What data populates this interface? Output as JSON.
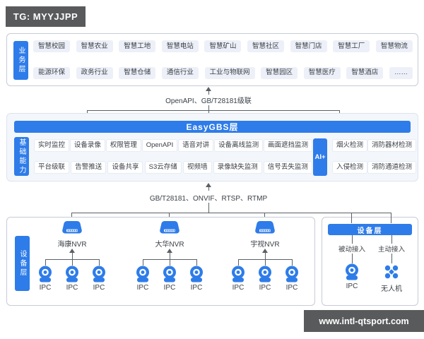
{
  "colors": {
    "accent": "#2e7ce9",
    "dark_badge": "#595a5c",
    "line": "#596066"
  },
  "badge_tg": {
    "label": "TG: MYYJJPP"
  },
  "website": {
    "label": "www.intl-qtsport.com"
  },
  "business_layer": {
    "label": "业务层",
    "row1": [
      "智慧校园",
      "智慧农业",
      "智慧工地",
      "智慧电站",
      "智慧矿山",
      "智慧社区",
      "智慧门店",
      "智慧工厂",
      "智慧物流"
    ],
    "row2": [
      "能源环保",
      "政务行业",
      "智慧仓储",
      "通信行业",
      "工业与物联网",
      "智慧园区",
      "智慧医疗",
      "智慧酒店",
      "……"
    ]
  },
  "connector_top": {
    "label": "OpenAPI、GB/T28181级联"
  },
  "platform_layer": {
    "title": "EasyGBS层",
    "label": "基础能力",
    "row1": [
      "实时监控",
      "设备录像",
      "权限管理",
      "OpenAPI",
      "语音对讲",
      "设备离线监测",
      "画面遮挡监测"
    ],
    "row2": [
      "平台级联",
      "告警推送",
      "设备共享",
      "S3云存储",
      "视频墙",
      "录像缺失监测",
      "信号丢失监测"
    ],
    "ai_label": "AI+",
    "ai_row1": [
      "烟火检测",
      "消防器材检测"
    ],
    "ai_row2": [
      "入侵检测",
      "消防通道检测"
    ]
  },
  "connector_bottom": {
    "label": "GB/T28181、ONVIF、RTSP、RTMP"
  },
  "device_layer": {
    "label": "设备层",
    "nvr_groups": [
      {
        "name": "海康NVR",
        "cameras": [
          "IPC",
          "IPC",
          "IPC"
        ]
      },
      {
        "name": "大华NVR",
        "cameras": [
          "IPC",
          "IPC",
          "IPC"
        ]
      },
      {
        "name": "宇视NVR",
        "cameras": [
          "IPC",
          "IPC",
          "IPC"
        ]
      }
    ],
    "access_panel": {
      "title": "设备层",
      "columns": [
        {
          "access": "被动接入",
          "device": "IPC"
        },
        {
          "access": "主动接入",
          "device": "无人机"
        }
      ]
    }
  }
}
